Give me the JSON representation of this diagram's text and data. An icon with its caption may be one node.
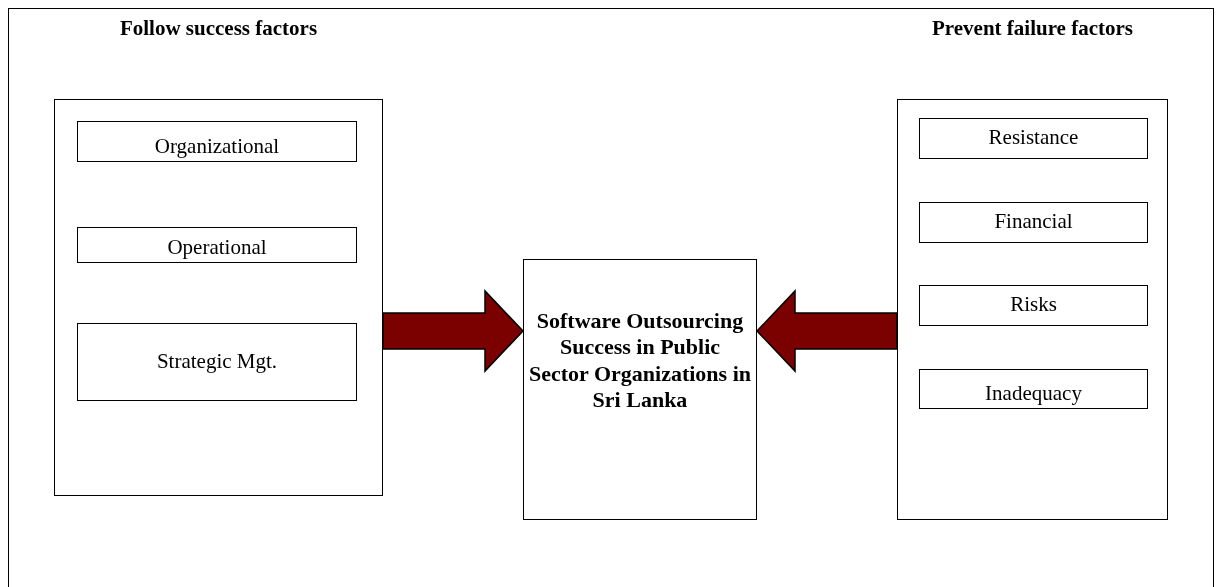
{
  "diagram": {
    "nodes": [
      {
        "text": [
          "Follow success factors"
        ]
      },
      {
        "text": [
          "Organizational"
        ],
        "in": 0
      },
      {
        "text": [
          "Operational"
        ],
        "in": 0
      },
      {
        "text": [
          "Strategic Mgt."
        ],
        "in": 0
      },
      {
        "text": [
          "Software Outsourcing Success in Public Sector Organizations in Sri Lanka"
        ]
      },
      {
        "text": [
          "Prevent failure factors"
        ]
      },
      {
        "text": [
          "Resistance"
        ],
        "in": 5
      },
      {
        "text": [
          "Financial"
        ],
        "in": 5
      },
      {
        "text": [
          "Risks"
        ],
        "in": 5
      },
      {
        "text": [
          "Inadequacy"
        ],
        "in": 5
      }
    ],
    "edges": [
      {
        "from": 0,
        "to": 4,
        "arrow": "to",
        "style": "thick"
      },
      {
        "from": 5,
        "to": 4,
        "arrow": "to",
        "style": "thick"
      }
    ]
  }
}
